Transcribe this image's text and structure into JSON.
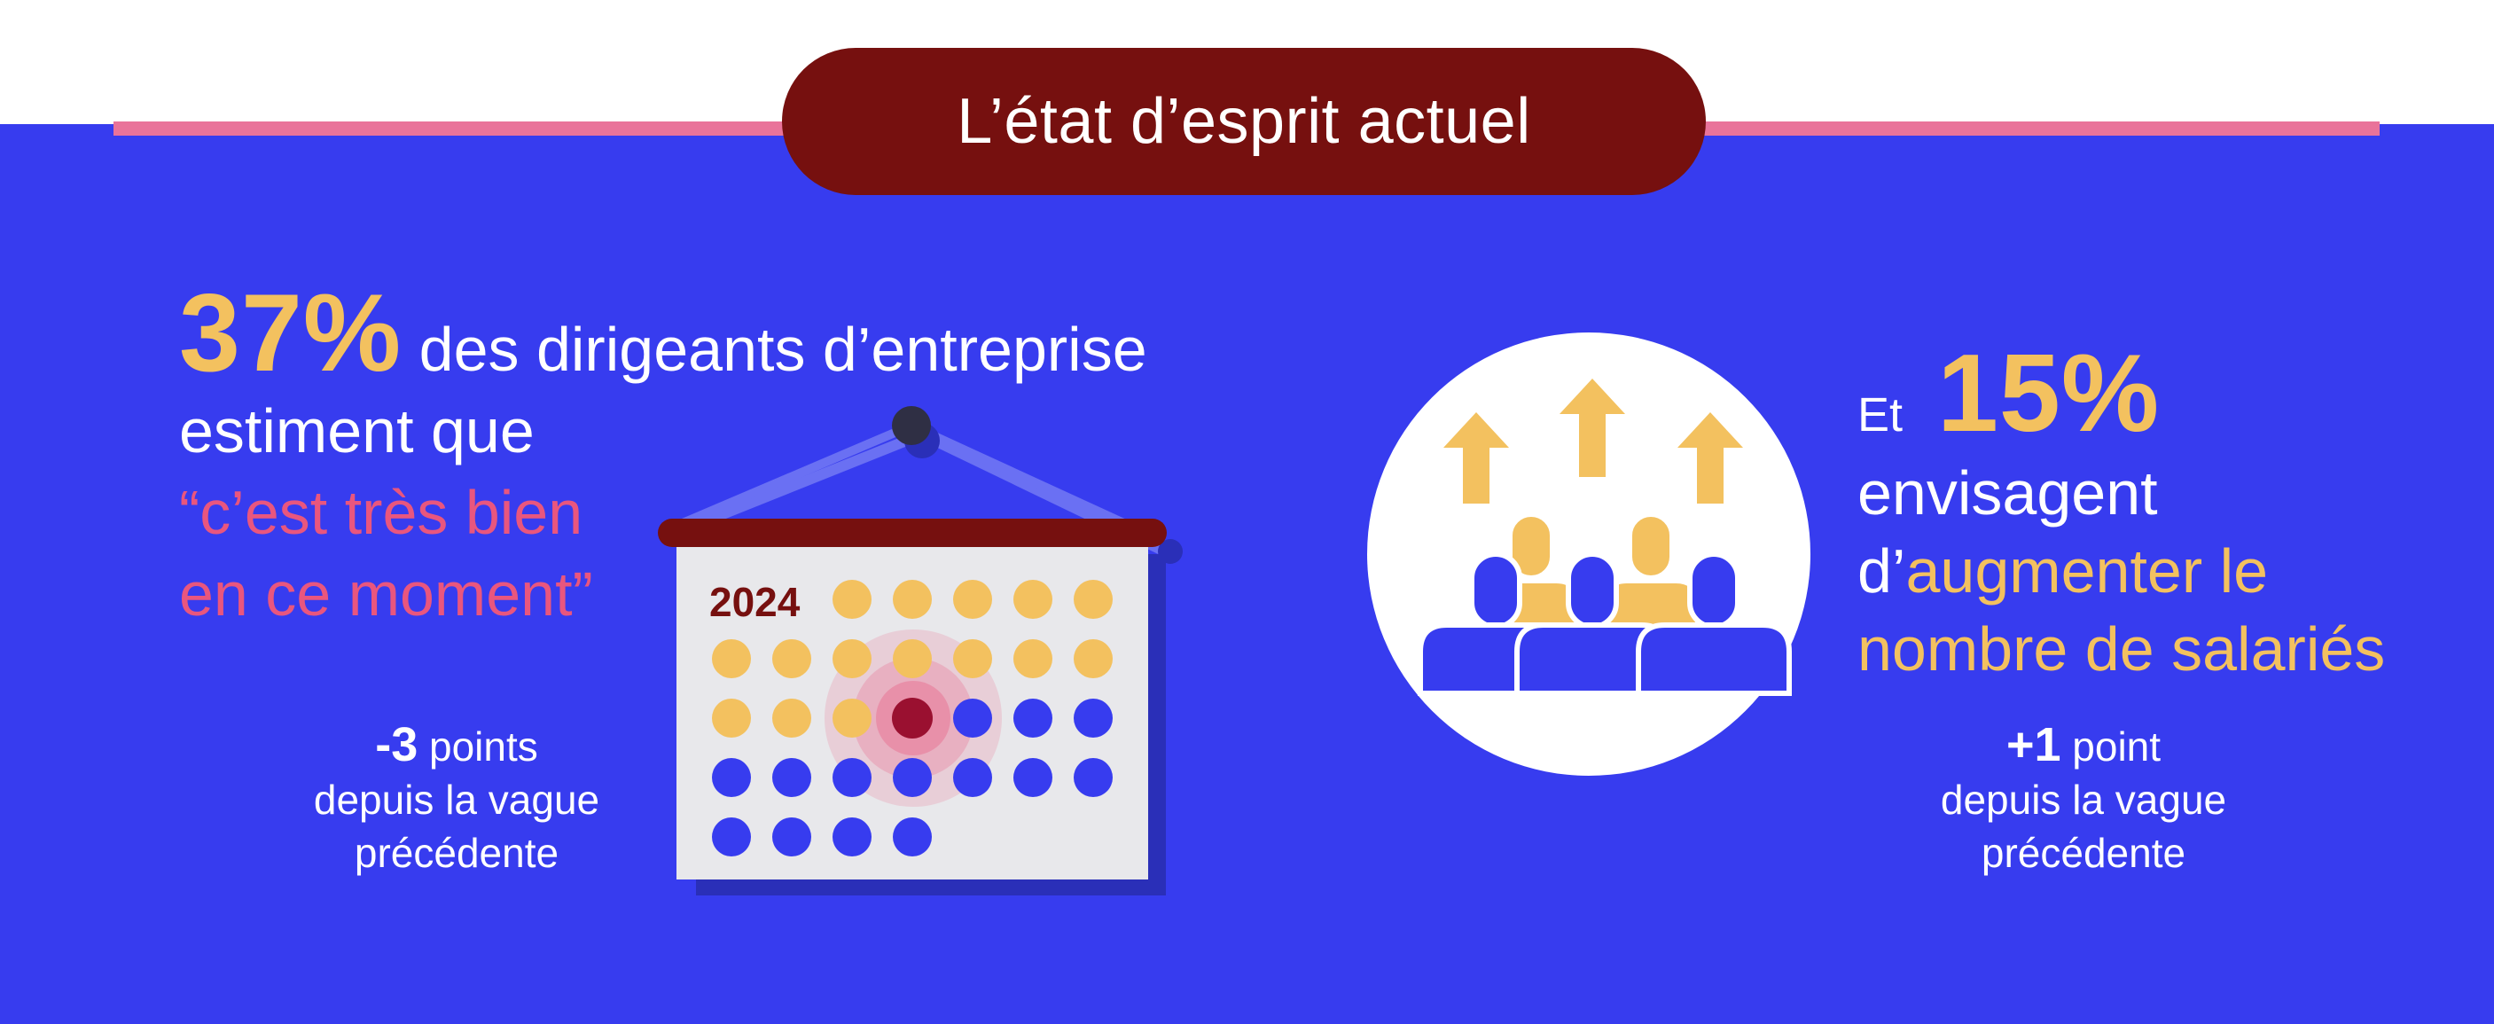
{
  "header": {
    "title": "L’état d’esprit actuel"
  },
  "left_stat": {
    "value": "37%",
    "line1": " des dirigeants d’entreprise",
    "line2": "estiment que",
    "quote_line1": "“c’est très bien",
    "quote_line2": "en ce moment”",
    "delta_value": "-3",
    "delta_unit": " points",
    "delta_line2": "depuis la vague",
    "delta_line3": "précédente"
  },
  "calendar": {
    "year": "2024",
    "icon": "calendar-icon"
  },
  "right_stat": {
    "prefix": "Et",
    "value": "15%",
    "line2": "envisagent",
    "line3_prefix": "d’",
    "line3_highlight": "augmenter le",
    "line4": "nombre de salariés",
    "delta_value": "+1",
    "delta_unit": " point",
    "delta_line2": "depuis la vague",
    "delta_line3": "précédente",
    "icon": "growing-team-icon"
  },
  "colors": {
    "background_blue": "#373cef",
    "title_maroon": "#76100f",
    "accent_pink_line": "#e9739a",
    "highlight_gold": "#f3c15f",
    "quote_pink": "#e9567e"
  }
}
